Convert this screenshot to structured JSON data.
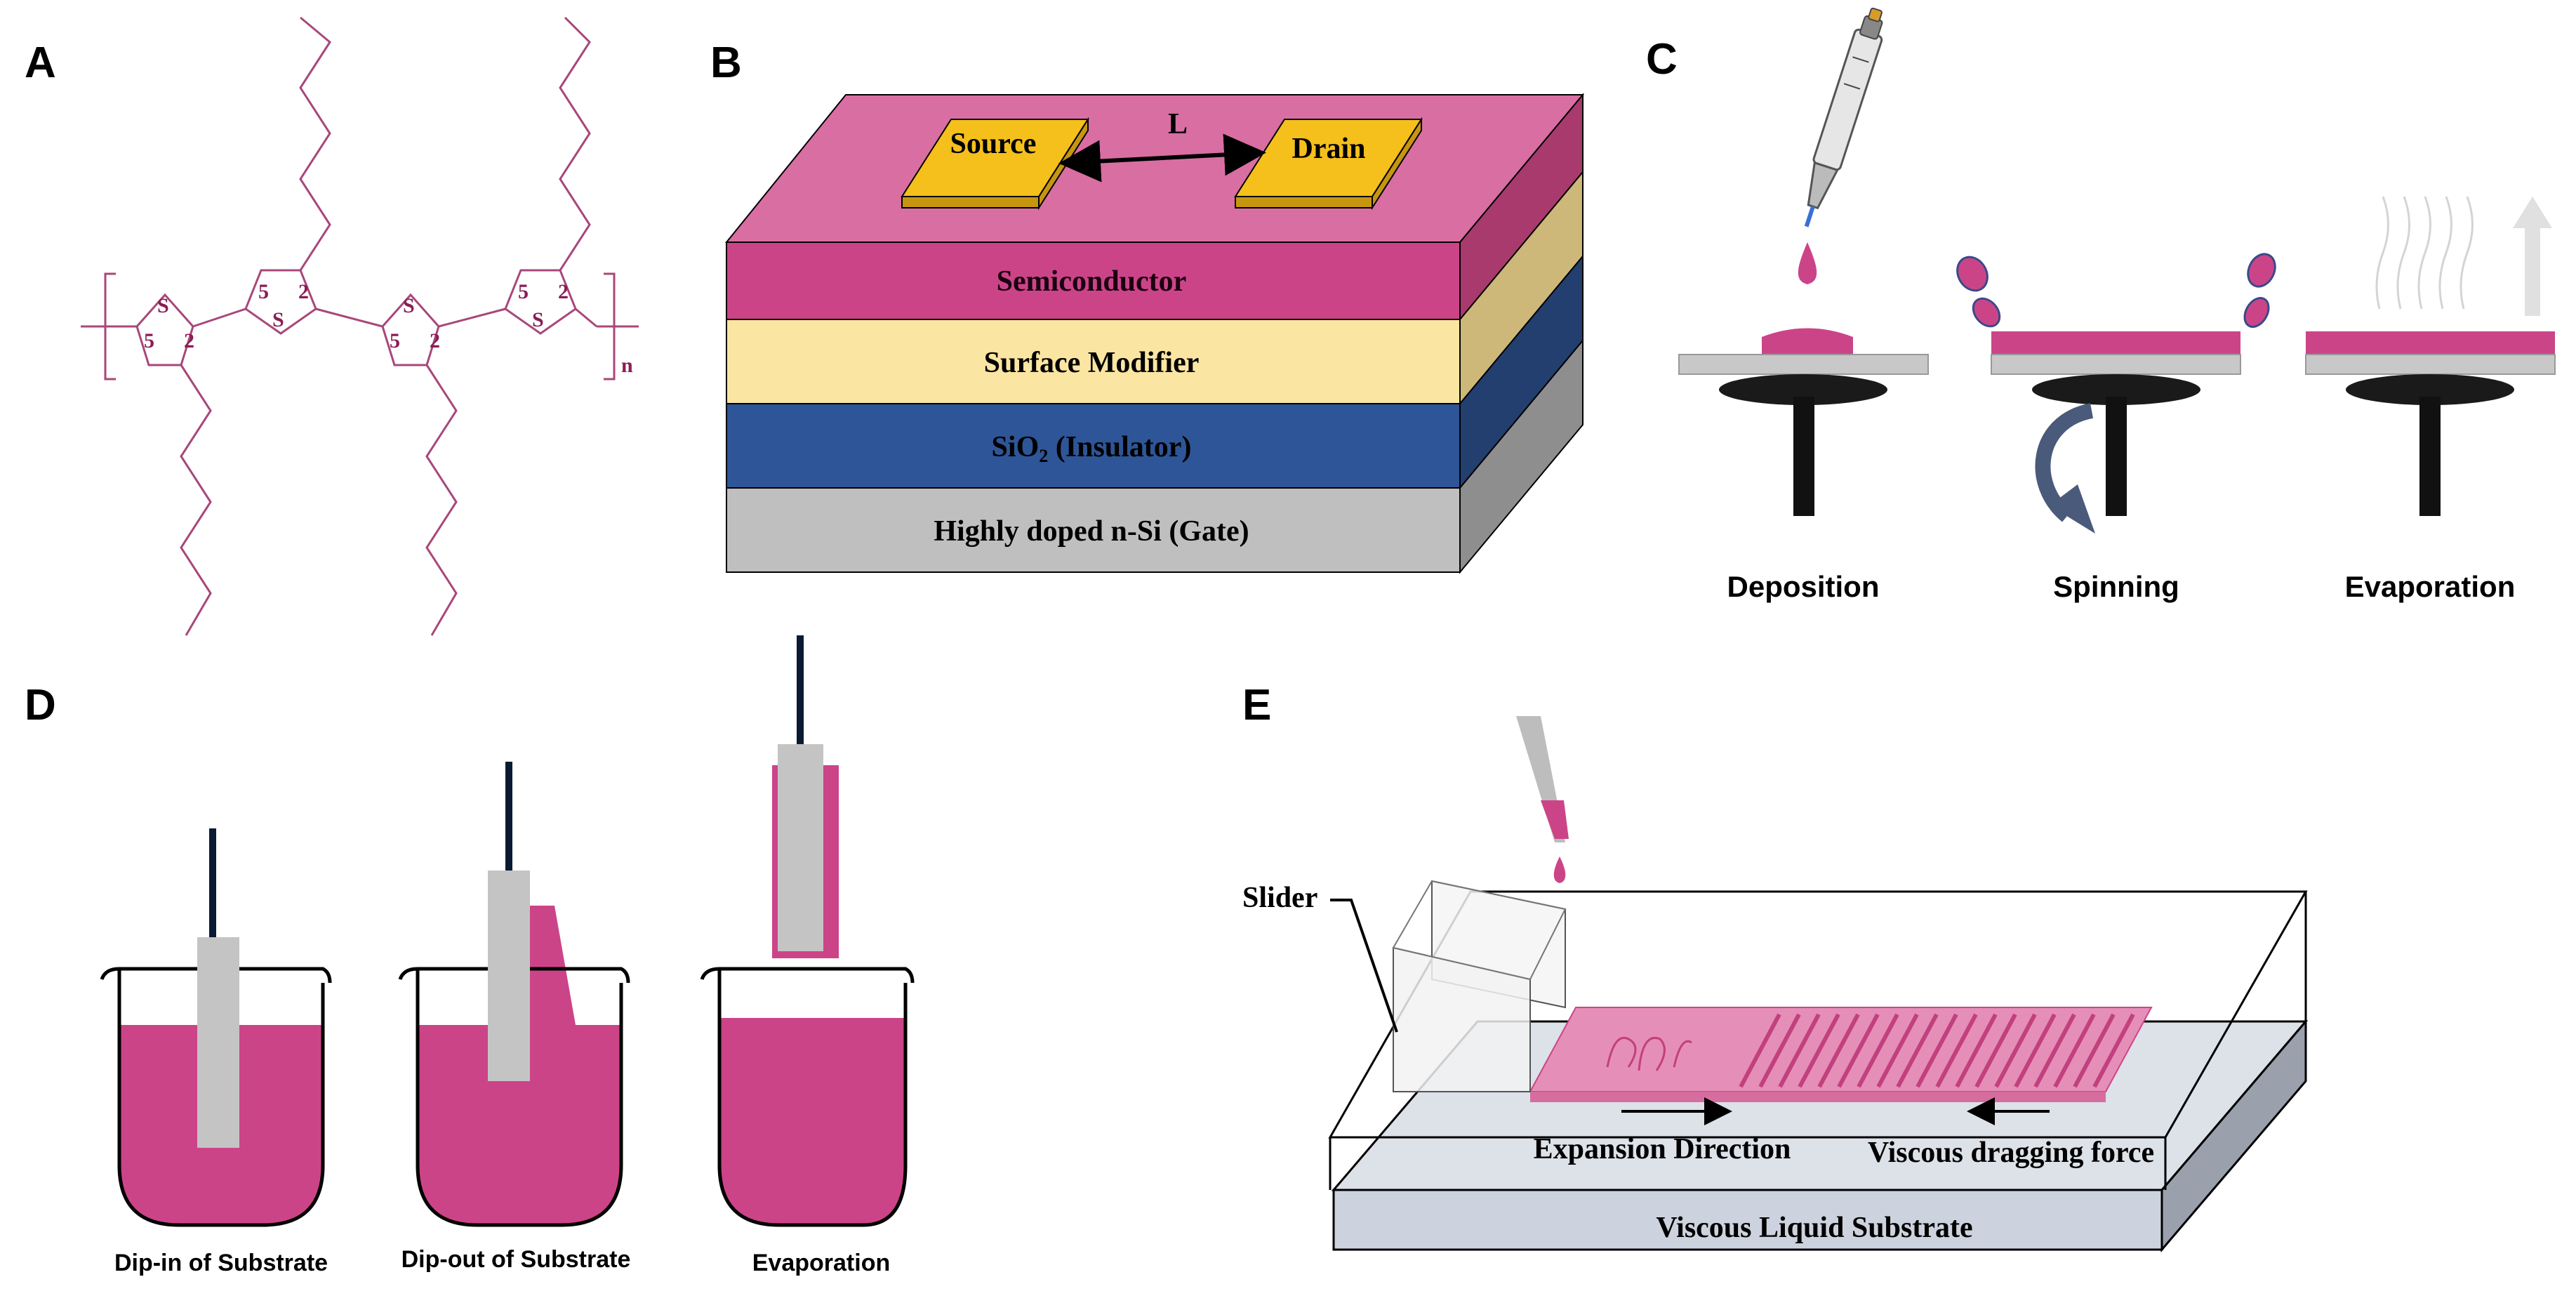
{
  "panels": {
    "a": "A",
    "b": "B",
    "c": "C",
    "d": "D",
    "e": "E"
  },
  "polymer": {
    "sulfur": "S",
    "pos5": "5",
    "pos2": "2",
    "repeat": "n"
  },
  "device": {
    "source": "Source",
    "drain": "Drain",
    "channel": "L",
    "semiconductor": "Semiconductor",
    "modifier": "Surface Modifier",
    "insulator_main": "SiO",
    "insulator_sub": "2",
    "insulator_rest": " (Insulator)",
    "gate": "Highly doped n-Si (Gate)"
  },
  "spin": {
    "deposition": "Deposition",
    "spinning": "Spinning",
    "evaporation": "Evaporation"
  },
  "dip": {
    "dip_in": "Dip-in of Substrate",
    "dip_out": "Dip-out of Substrate",
    "evaporation": "Evaporation"
  },
  "slider": {
    "slider": "Slider",
    "expansion": "Expansion Direction",
    "drag": "Viscous dragging force",
    "substrate": "Viscous Liquid Substrate"
  },
  "colors": {
    "magenta": "#cc4488",
    "magenta_dark": "#b8336f",
    "pink_top": "#d96ea3",
    "yellow": "#fbe5a2",
    "blue": "#2e5597",
    "gray": "#bfbfbf",
    "gold": "#f5bf1c",
    "chem": "#8a1d55"
  }
}
